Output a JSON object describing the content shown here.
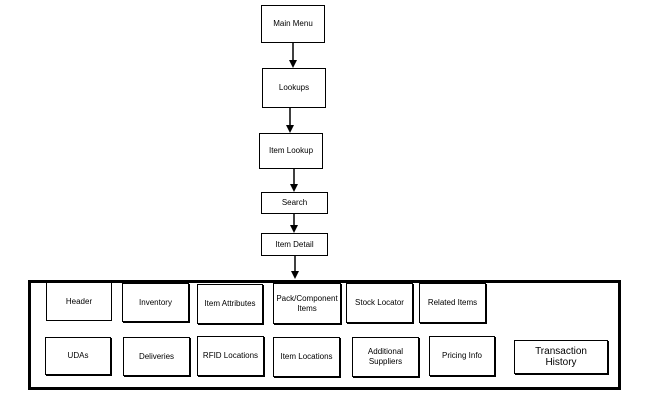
{
  "flow": {
    "main_menu": "Main Menu",
    "lookups": "Lookups",
    "item_lookup": "Item Lookup",
    "search": "Search",
    "item_detail": "Item Detail"
  },
  "detail_sections": {
    "row1": [
      "Header",
      "Inventory",
      "Item Attributes",
      "Pack/Component Items",
      "Stock Locator",
      "Related Items"
    ],
    "row2": [
      "UDAs",
      "Deliveries",
      "RFID Locations",
      "Item Locations",
      "Additional Suppliers",
      "Pricing Info",
      "Transaction History"
    ]
  }
}
